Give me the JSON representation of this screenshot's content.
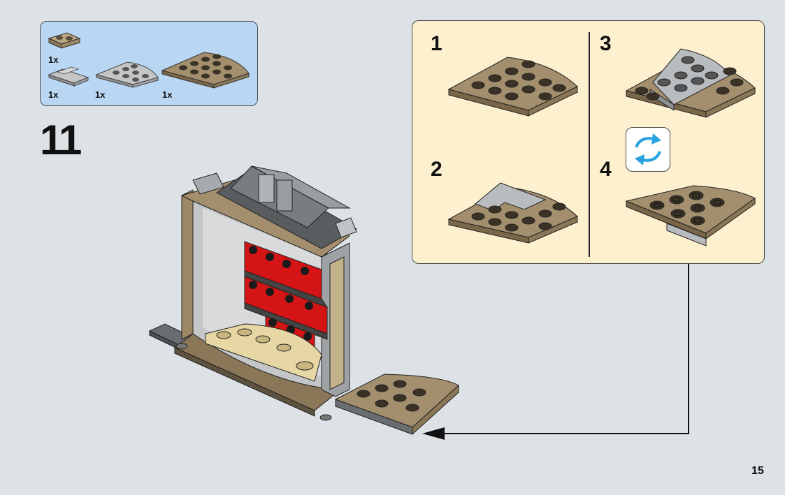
{
  "parts": [
    {
      "qty": "1x",
      "name": "tan-plate-1x2"
    },
    {
      "qty": "1x",
      "name": "gray-corner-plate"
    },
    {
      "qty": "1x",
      "name": "gray-round-corner-plate-4x4"
    },
    {
      "qty": "1x",
      "name": "tan-round-corner-plate-6x6"
    }
  ],
  "step": "11",
  "substeps": [
    "1",
    "2",
    "3",
    "4"
  ],
  "rotate_icon": "rotate-arrows-icon",
  "page_number": "15",
  "colors": {
    "background": "#dde2e6",
    "parts_panel": "#b9d7f2",
    "callout_panel": "#fdf0cf",
    "tan": "#a38f6e",
    "dark_tan": "#8a7757",
    "light_gray": "#b9bcbf",
    "dark_gray": "#6b6e70",
    "red": "#d51515",
    "rotate_arrow": "#2aa3dc"
  }
}
